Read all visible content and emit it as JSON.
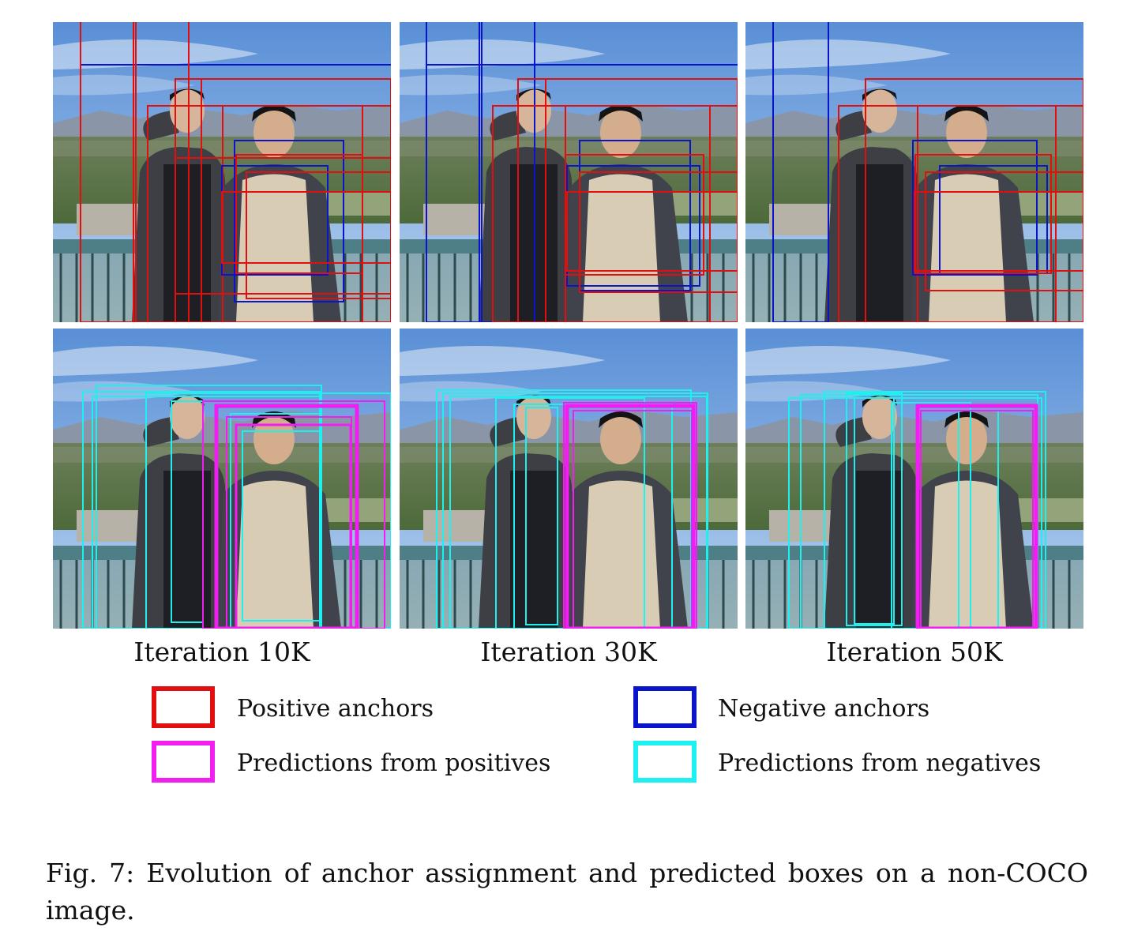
{
  "figure": {
    "iterations": [
      "Iteration 10K",
      "Iteration 30K",
      "Iteration 50K"
    ],
    "legend": [
      {
        "label": "Positive anchors",
        "color": "#e01010"
      },
      {
        "label": "Negative anchors",
        "color": "#0a14c8"
      },
      {
        "label": "Predictions from positives",
        "color": "#f01ef0"
      },
      {
        "label": "Predictions from negatives",
        "color": "#1ef0f0"
      }
    ],
    "caption": "Fig. 7: Evolution of anchor assignment and predicted boxes on a non-COCO image."
  },
  "colors": {
    "positive": "#e01010",
    "negative": "#0a14c8",
    "pred_positive": "#f01ef0",
    "pred_negative": "#1ef0f0"
  }
}
